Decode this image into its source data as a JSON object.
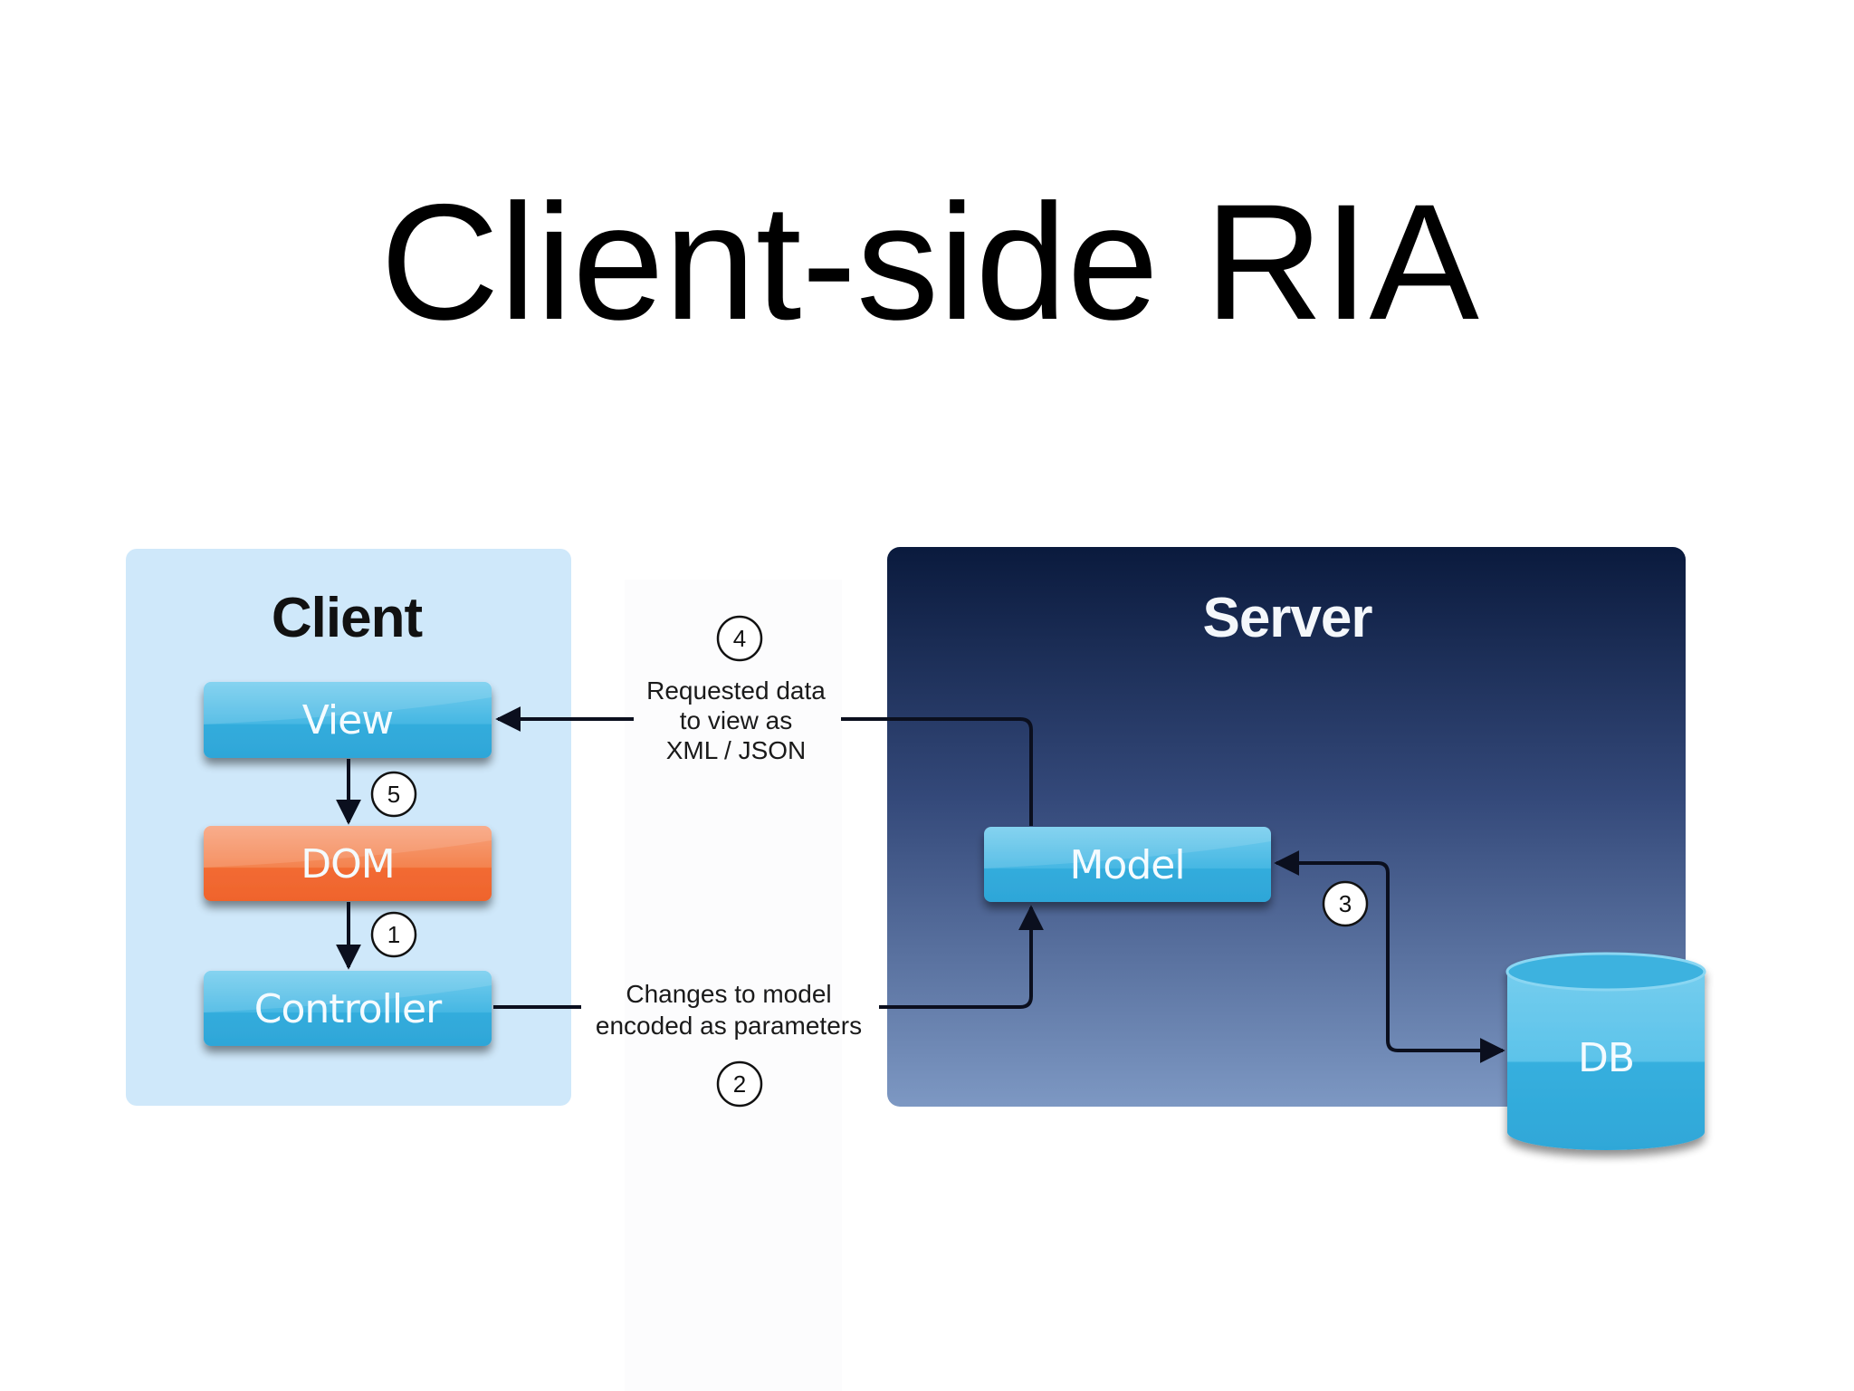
{
  "slide": {
    "title": "Client-side RIA"
  },
  "client_panel": {
    "heading": "Client",
    "boxes": {
      "view": "View",
      "dom": "DOM",
      "controller": "Controller"
    },
    "steps": {
      "view_to_dom": "5",
      "dom_to_controller": "1"
    }
  },
  "server_panel": {
    "heading": "Server",
    "boxes": {
      "model": "Model",
      "db": "DB"
    },
    "steps": {
      "model_db": "3"
    }
  },
  "connections": {
    "model_to_view": {
      "step": "4",
      "label_lines": [
        "Requested data",
        "to view as",
        "XML / JSON"
      ]
    },
    "controller_to_model": {
      "step": "2",
      "label_lines": [
        "Changes to model",
        "encoded as parameters"
      ]
    }
  },
  "colors": {
    "client_panel": "#cfe8fa",
    "server_top": "#0a1a3d",
    "server_bottom": "#7d98c3",
    "component_blue": "#33acdc",
    "component_blue_light": "#74cdee",
    "dom_orange": "#f26a33",
    "dom_orange_light": "#f7a27c"
  }
}
